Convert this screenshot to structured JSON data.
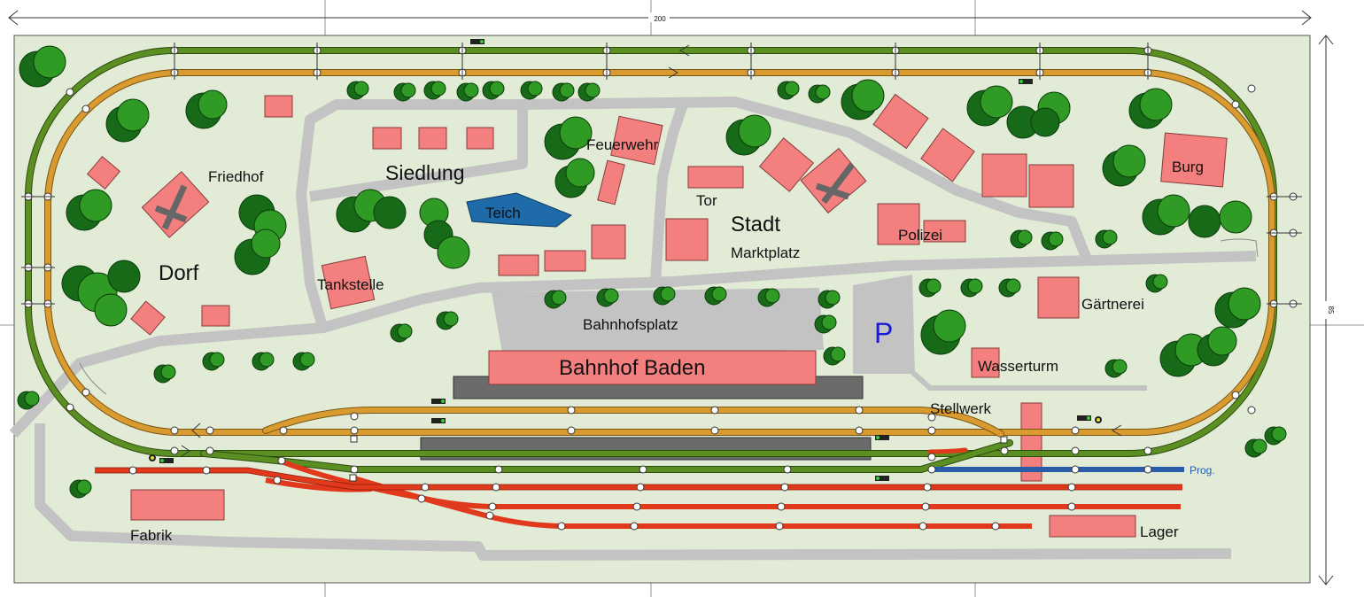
{
  "dimensions": {
    "width": "200",
    "height": "85"
  },
  "labels": {
    "friedhof": "Friedhof",
    "dorf": "Dorf",
    "siedlung": "Siedlung",
    "feuerwehr": "Feuerwehr",
    "teich": "Teich",
    "tor": "Tor",
    "stadt": "Stadt",
    "marktplatz": "Marktplatz",
    "polizei": "Polizei",
    "burg": "Burg",
    "tankstelle": "Tankstelle",
    "bahnhofsplatz": "Bahnhofsplatz",
    "parking": "P",
    "bahnhof": "Bahnhof Baden",
    "wasserturm": "Wasserturm",
    "gaertnerei": "Gärtnerei",
    "stellwerk": "Stellwerk",
    "prog": "Prog.",
    "fabrik": "Fabrik",
    "lager": "Lager"
  },
  "colors": {
    "baseboard": "#e1ebd6",
    "outer_loop": "#5c8f22",
    "inner_loop": "#d99b30",
    "yard": "#e0391b",
    "programming": "#2a5caa",
    "road": "#c3c3c3",
    "platform": "#6b6b6b",
    "house": "#f47f7f",
    "pond": "#1f6aa8",
    "tree_dark": "#176a17",
    "tree_light": "#2f9a24",
    "parking_text": "#1a1ad4"
  }
}
